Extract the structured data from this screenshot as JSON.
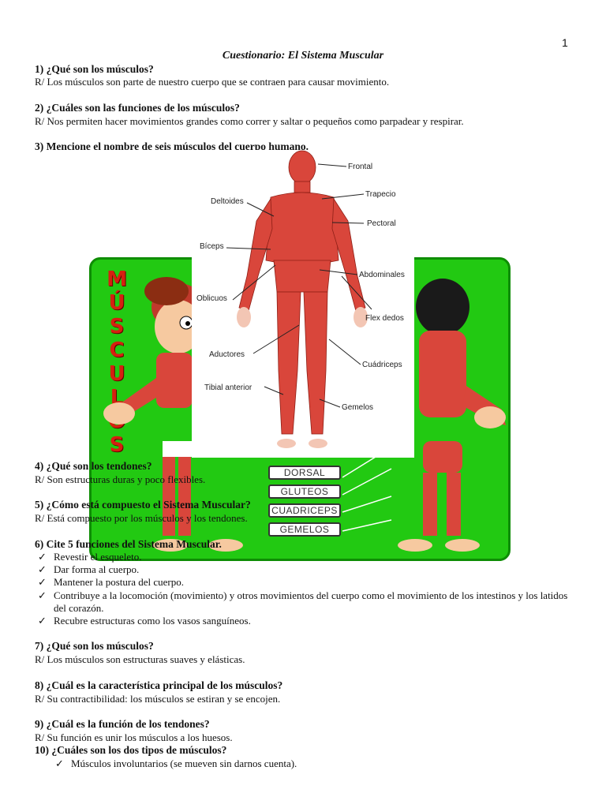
{
  "page_number": "1",
  "title": "Cuestionario: El Sistema Muscular",
  "questions": {
    "q1": {
      "q": "1) ¿Qué son los músculos?",
      "a": "R/ Los músculos son parte de nuestro cuerpo que se contraen para causar movimiento."
    },
    "q2": {
      "q": "2) ¿Cuáles son las funciones de los músculos?",
      "a": "R/ Nos permiten hacer movimientos grandes como correr y saltar o pequeños como parpadear y respirar."
    },
    "q3": {
      "q": "3) Mencione el nombre de seis músculos del cuerpo humano."
    },
    "q4": {
      "q": "4) ¿Qué son los tendones?",
      "a": "R/ Son estructuras duras y poco flexibles."
    },
    "q5": {
      "q": "5) ¿Cómo está compuesto el Sistema Muscular?",
      "a": "R/ Está compuesto por los músculos y los tendones."
    },
    "q6": {
      "q": "6) Cite 5 funciones del Sistema Muscular.",
      "items": [
        "Revestir el esqueleto.",
        "Dar forma al cuerpo.",
        "Mantener la postura del cuerpo.",
        "Contribuye a la locomoción (movimiento) y otros movimientos del cuerpo como el movimiento de los intestinos y los latidos del corazón.",
        "Recubre estructuras como los vasos sanguíneos."
      ]
    },
    "q7": {
      "q": "7) ¿Qué son los músculos?",
      "a": "R/ Los músculos son estructuras suaves y elásticas."
    },
    "q8": {
      "q": "8) ¿Cuál es la característica principal de los músculos?",
      "a": "R/ Su contractibilidad: los músculos se estiran y se encojen."
    },
    "q9": {
      "q": "9) ¿Cuál es la función de los tendones?",
      "a": "R/ Su función es unir los músculos a los huesos."
    },
    "q10": {
      "q": "10) ¿Cuáles son los dos tipos de músculos?",
      "items": [
        "Músculos involuntarios (se mueven sin darnos cuenta)."
      ]
    }
  },
  "figure": {
    "muscle_labels": {
      "frontal": "Frontal",
      "trapecio": "Trapecio",
      "deltoides": "Deltoides",
      "pectoral": "Pectoral",
      "biceps": "Bíceps",
      "abdominales": "Abdominales",
      "oblicuos": "Oblicuos",
      "flex_dedos": "Flex dedos",
      "aductores": "Aductores",
      "cuadriceps": "Cuádriceps",
      "tibial": "Tibial anterior",
      "gemelos": "Gemelos"
    },
    "poster_title_letters": [
      "M",
      "Ú",
      "S",
      "C",
      "U",
      "L",
      "O",
      "S"
    ],
    "poster_buttons": [
      "DORSAL",
      "GLUTEOS",
      "CUADRICEPS",
      "GEMELOS"
    ],
    "colors": {
      "poster_green": "#22c912",
      "muscle_red": "#d9463b",
      "title_red": "#d62010"
    }
  },
  "checkmark": "✓"
}
